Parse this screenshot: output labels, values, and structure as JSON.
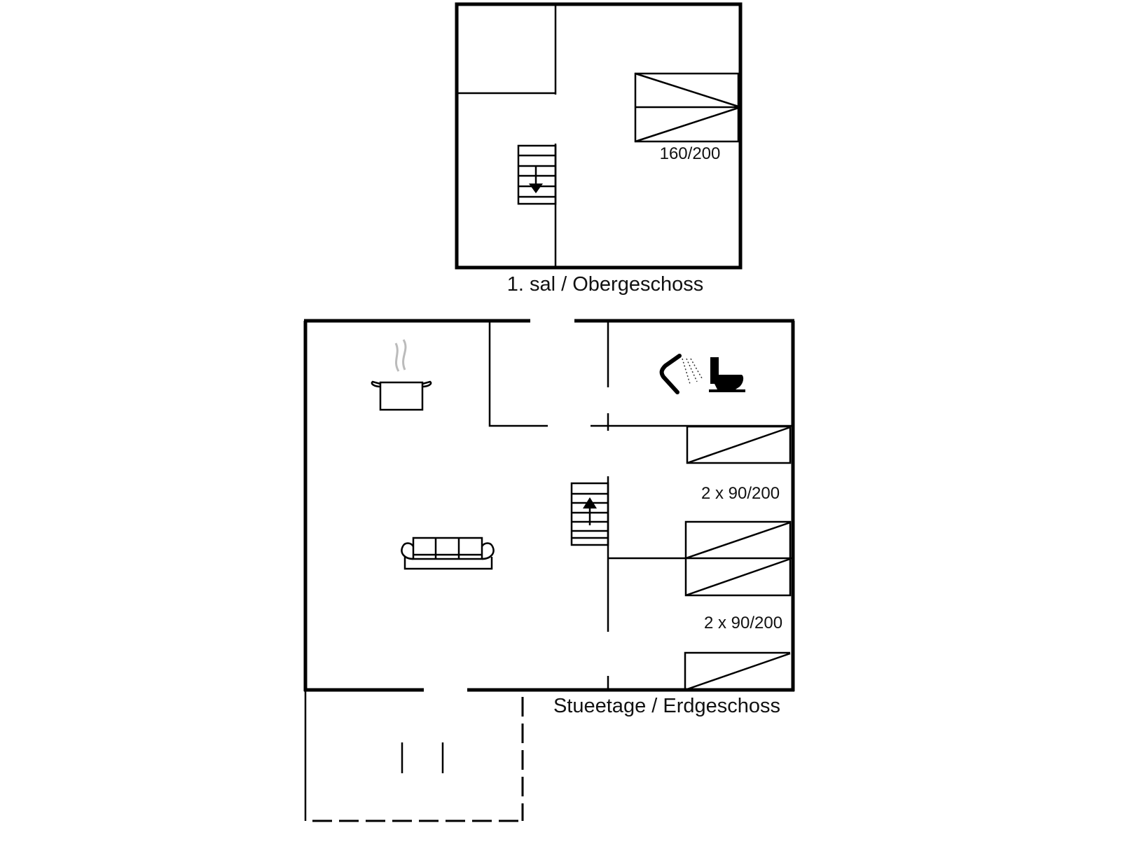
{
  "upper_floor": {
    "caption": "1. sal / Obergeschoss",
    "bed_label": "160/200",
    "stairs_direction": "down"
  },
  "ground_floor": {
    "caption": "Stueetage / Erdgeschoss",
    "bed_labels": [
      "2 x 90/200",
      "2 x 90/200"
    ],
    "stairs_direction": "up",
    "icons": [
      "cooking-pot-icon",
      "sofa-icon",
      "shower-icon",
      "toilet-icon"
    ]
  }
}
